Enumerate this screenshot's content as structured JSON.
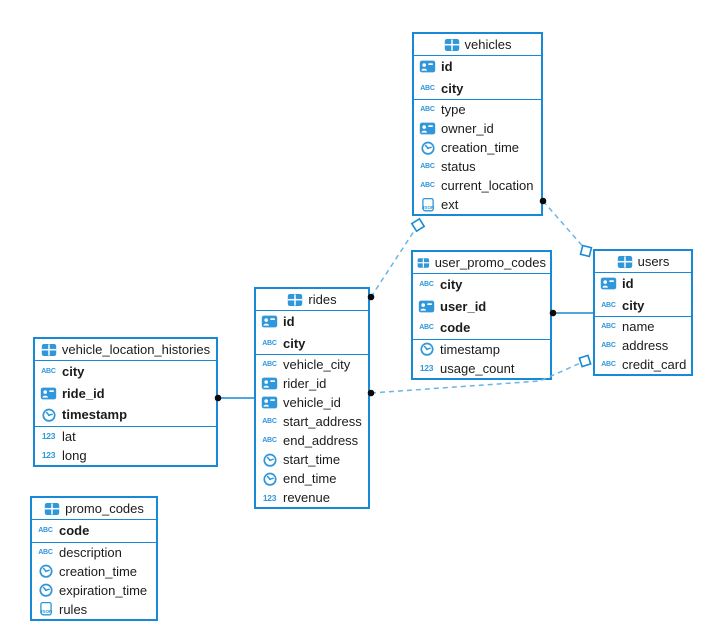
{
  "diagram": {
    "tables": [
      {
        "name": "vehicles",
        "primary_key_columns": [
          {
            "name": "id",
            "type": "id"
          },
          {
            "name": "city",
            "type": "text"
          }
        ],
        "columns": [
          {
            "name": "type",
            "type": "text"
          },
          {
            "name": "owner_id",
            "type": "id"
          },
          {
            "name": "creation_time",
            "type": "time"
          },
          {
            "name": "status",
            "type": "text"
          },
          {
            "name": "current_location",
            "type": "text"
          },
          {
            "name": "ext",
            "type": "json"
          }
        ]
      },
      {
        "name": "user_promo_codes",
        "primary_key_columns": [
          {
            "name": "city",
            "type": "text"
          },
          {
            "name": "user_id",
            "type": "id"
          },
          {
            "name": "code",
            "type": "text"
          }
        ],
        "columns": [
          {
            "name": "timestamp",
            "type": "time"
          },
          {
            "name": "usage_count",
            "type": "number"
          }
        ]
      },
      {
        "name": "users",
        "primary_key_columns": [
          {
            "name": "id",
            "type": "id"
          },
          {
            "name": "city",
            "type": "text"
          }
        ],
        "columns": [
          {
            "name": "name",
            "type": "text"
          },
          {
            "name": "address",
            "type": "text"
          },
          {
            "name": "credit_card",
            "type": "text"
          }
        ]
      },
      {
        "name": "rides",
        "primary_key_columns": [
          {
            "name": "id",
            "type": "id"
          },
          {
            "name": "city",
            "type": "text"
          }
        ],
        "columns": [
          {
            "name": "vehicle_city",
            "type": "text"
          },
          {
            "name": "rider_id",
            "type": "id"
          },
          {
            "name": "vehicle_id",
            "type": "id"
          },
          {
            "name": "start_address",
            "type": "text"
          },
          {
            "name": "end_address",
            "type": "text"
          },
          {
            "name": "start_time",
            "type": "time"
          },
          {
            "name": "end_time",
            "type": "time"
          },
          {
            "name": "revenue",
            "type": "number"
          }
        ]
      },
      {
        "name": "vehicle_location_histories",
        "primary_key_columns": [
          {
            "name": "city",
            "type": "text"
          },
          {
            "name": "ride_id",
            "type": "id"
          },
          {
            "name": "timestamp",
            "type": "time"
          }
        ],
        "columns": [
          {
            "name": "lat",
            "type": "number"
          },
          {
            "name": "long",
            "type": "number"
          }
        ]
      },
      {
        "name": "promo_codes",
        "primary_key_columns": [
          {
            "name": "code",
            "type": "text"
          }
        ],
        "columns": [
          {
            "name": "description",
            "type": "text"
          },
          {
            "name": "creation_time",
            "type": "time"
          },
          {
            "name": "expiration_time",
            "type": "time"
          },
          {
            "name": "rules",
            "type": "json"
          }
        ]
      }
    ],
    "relations": [
      {
        "from": "vehicles",
        "to": "users",
        "style": "dashed"
      },
      {
        "from": "rides",
        "to": "vehicles",
        "style": "dashed"
      },
      {
        "from": "rides",
        "to": "users",
        "style": "dashed"
      },
      {
        "from": "user_promo_codes",
        "to": "users",
        "style": "solid"
      },
      {
        "from": "vehicle_location_histories",
        "to": "rides",
        "style": "solid"
      }
    ]
  },
  "colors": {
    "accent": "#1789d6",
    "icon_blue": "#2f97da",
    "dashed_line": "#6cb4e4",
    "solid_line": "#1789d6",
    "dot": "#0a0a0a",
    "text": "#1b1b1b"
  }
}
